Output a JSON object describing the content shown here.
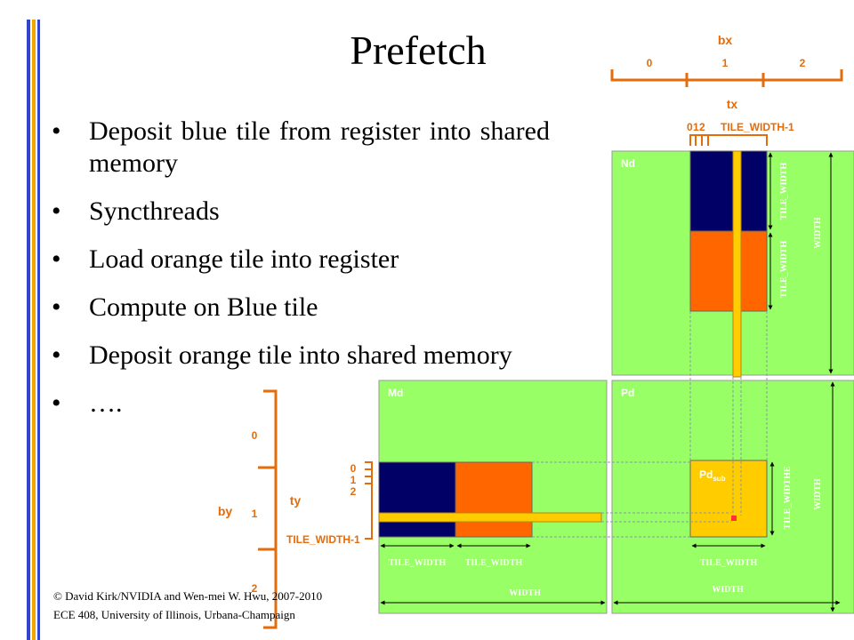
{
  "slide": {
    "title": "Prefetch",
    "bullets": [
      "Deposit blue tile from register into shared memory",
      "Syncthreads",
      "Load orange tile into register",
      "Compute on Blue tile",
      "Deposit orange tile into shared memory",
      "…."
    ],
    "bullet_symbol": "•",
    "footer_line1": "© David Kirk/NVIDIA and Wen-mei W. Hwu, 2007-2010",
    "footer_line2": "ECE 408, University of Illinois, Urbana-Champaign"
  },
  "diagram": {
    "bx_label": "bx",
    "bx_ticks": [
      "0",
      "1",
      "2"
    ],
    "tx_label": "tx",
    "tx_ticks": "0 1 2",
    "tx_tile_width": "TILE_WIDTH-1",
    "nd_label": "Nd",
    "md_label": "Md",
    "pd_label": "Pd",
    "pdsub_label": "Pd",
    "pdsub_subscript": "sub",
    "by_label": "by",
    "by_ticks": [
      "0",
      "1",
      "2"
    ],
    "ty_label": "ty",
    "ty_ticks": [
      "0",
      "1",
      "2"
    ],
    "ty_tile_width": "TILE_WIDTH-1",
    "tile_width": "TILE_WIDTH",
    "tile_widthe": "TILE_WIDTHE",
    "width": "WIDTH"
  },
  "colors": {
    "green": "#99ff66",
    "blue": "#000066",
    "orange": "#ff6600",
    "yellow": "#ffcc00",
    "accent_orange": "#e46c0a",
    "bar_blue": "#3344cc",
    "bar_gold": "#f0a800"
  }
}
